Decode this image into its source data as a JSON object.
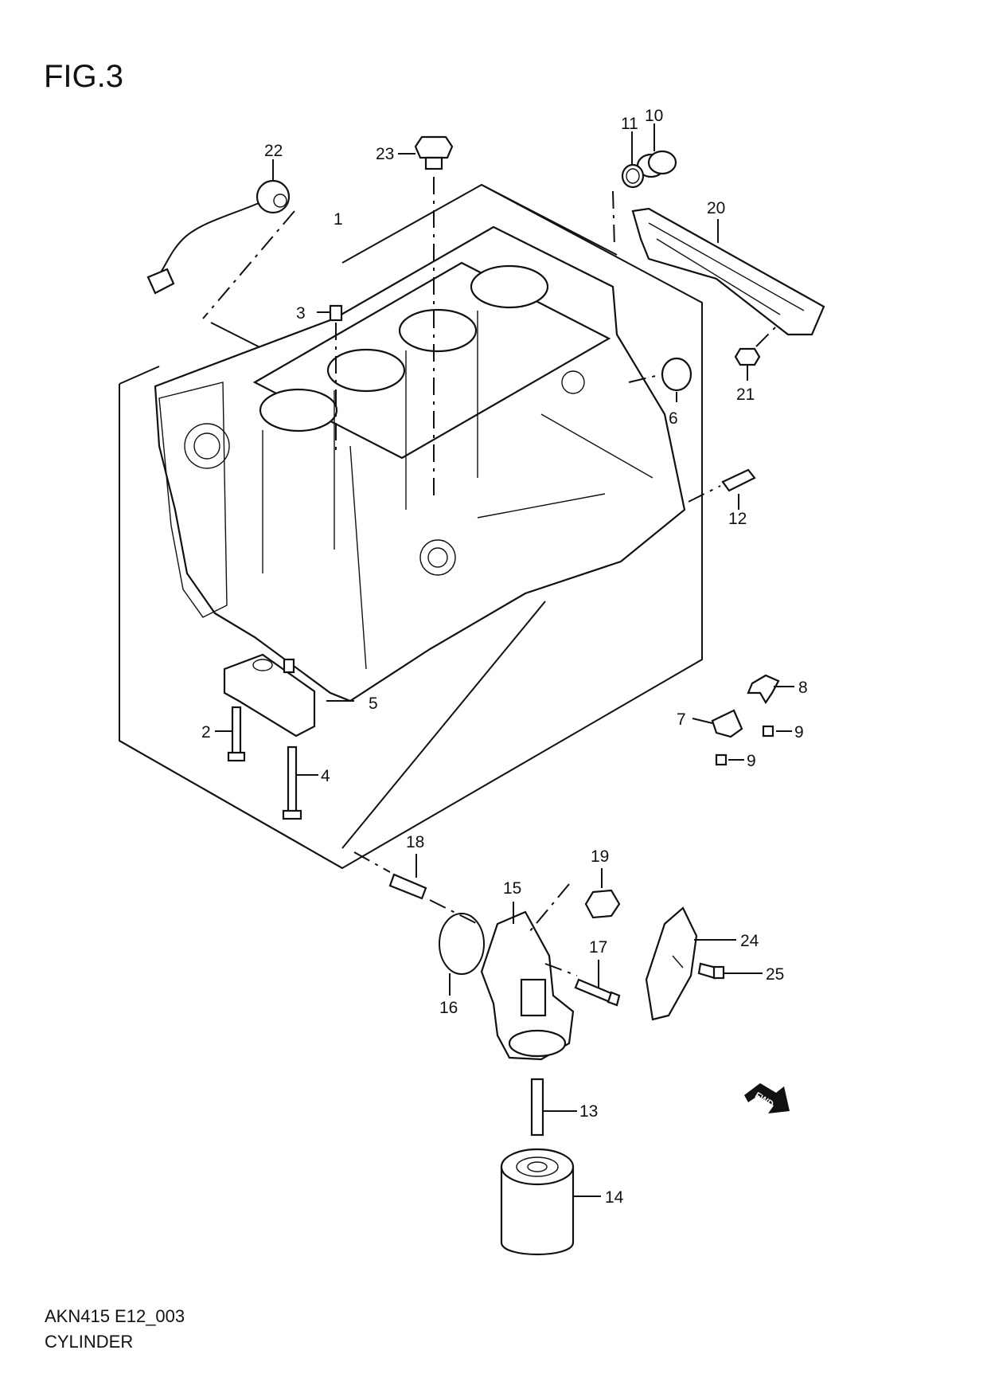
{
  "figure": {
    "title": "FIG.3"
  },
  "footer": {
    "code": "AKN415 E12_003",
    "name": "CYLINDER"
  },
  "callouts": {
    "c1": "1",
    "c2": "2",
    "c3": "3",
    "c4": "4",
    "c5": "5",
    "c6": "6",
    "c7": "7",
    "c8": "8",
    "c9a": "9",
    "c9b": "9",
    "c10": "10",
    "c11": "11",
    "c12": "12",
    "c13": "13",
    "c14": "14",
    "c15": "15",
    "c16": "16",
    "c17": "17",
    "c18": "18",
    "c19": "19",
    "c20": "20",
    "c21": "21",
    "c22": "22",
    "c23": "23",
    "c24": "24",
    "c25": "25"
  },
  "fwd_badge": "FWD",
  "colors": {
    "ink": "#111111",
    "paper": "#ffffff"
  }
}
